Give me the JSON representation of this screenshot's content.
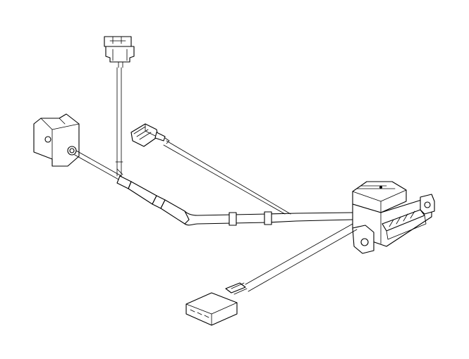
{
  "diagram": {
    "type": "wiring-harness-parts-illustration",
    "background_color": "#ffffff",
    "line_color": "#000000",
    "components": [
      {
        "name": "top-connector-plug",
        "icon": "connector-plug-icon"
      },
      {
        "name": "left-sensor-housing",
        "icon": "sensor-housing-icon"
      },
      {
        "name": "middle-small-connector",
        "icon": "connector-plug-icon"
      },
      {
        "name": "main-multi-pin-connector",
        "icon": "multi-pin-connector-icon"
      },
      {
        "name": "bottom-flat-connector",
        "icon": "flat-connector-icon"
      },
      {
        "name": "main-harness-trunk",
        "icon": "cable-bundle-icon"
      },
      {
        "name": "harness-clips",
        "icon": "cable-clip-icon"
      }
    ]
  }
}
